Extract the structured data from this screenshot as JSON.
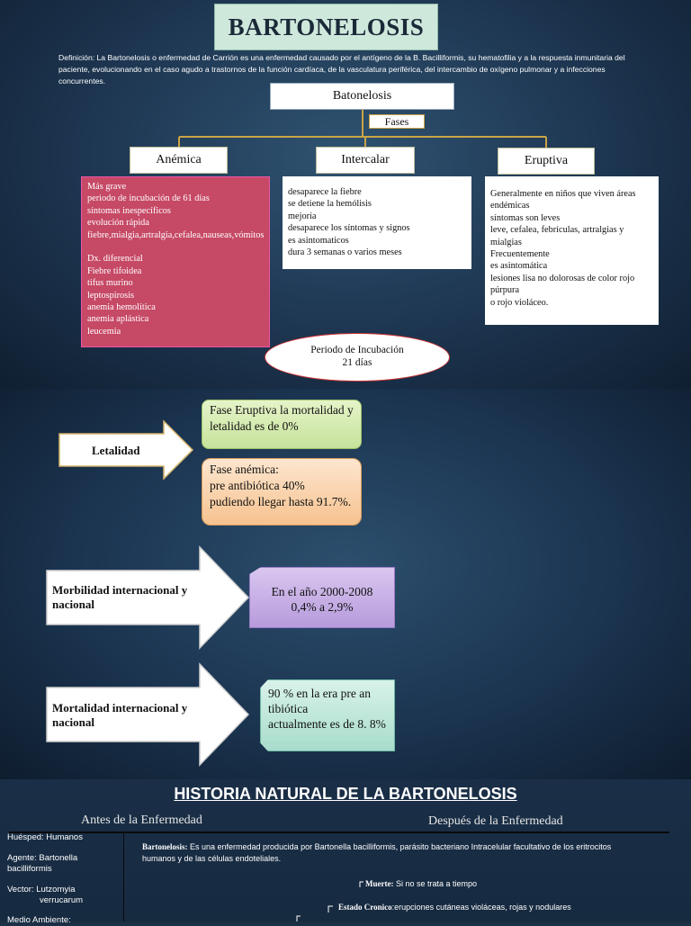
{
  "title": "BARTONELOSIS",
  "definition": "Definición: La Bartonelosis o enfermedad de Carrión es una enfermedad causado por el antígeno de la B. Bacilliformis, su hematofilia y a la respuesta inmunitaria del paciente, evolucionando en el caso agudo a trastornos de la función cardíaca, de la vasculatura periférica, del intercambio de oxígeno pulmonar y a infecciones concurrentes.",
  "diagram": {
    "root": "Batonelosis",
    "fases_label": "Fases",
    "phases": {
      "anemica": {
        "label": "Anémica",
        "text": "Más grave\nperiodo de incubación de 61 días\nsíntomas inespecíficos\nevolución rápida\nfiebre,mialgia,artralgia,cefalea,nauseas,vómitos\n\nDx. diferencial\nFiebre tifoidea\ntifus murino\nleptospirosis\nanemia hemolítica\nanemia aplástica\nleucemia"
      },
      "intercalar": {
        "label": "Intercalar",
        "text": "desaparece la fiebre\nse detiene la hemólisis\nmejoría\ndesaparece los síntomas y signos\nes asintomaticos\ndura 3 semanas o varios meses"
      },
      "eruptiva": {
        "label": "Eruptiva",
        "text": "Generalmente en niños que viven áreas endémicas\nsíntomas son leves\nleve, cefalea, febrículas, artralgias y mialgias\nFrecuentemente\nes asintomática\nlesiones lisa no dolorosas de color rojo púrpura\no rojo violáceo."
      }
    },
    "incubation": {
      "line1": "Periodo de Incubación",
      "line2": "21 días"
    }
  },
  "letalidad": {
    "label": "Letalidad",
    "eruptiva": "Fase Eruptiva la mortalidad y letalidad es de 0%",
    "anemica": "Fase anémica:\npre antibiótica  40%\npudiendo llegar hasta 91.7%."
  },
  "morbilidad": {
    "label": "Morbilidad internacional y nacional",
    "value": "En el año 2000-2008\n0,4% a 2,9%"
  },
  "mortalidad": {
    "label": "Mortalidad internacional y nacional",
    "value": "90 % en la era pre an tibiótica\n actualmente es de 8. 8%"
  },
  "historia": {
    "title": "HISTORIA NATURAL DE LA BARTONELOSIS",
    "antes": "Antes   de la Enfermedad",
    "despues": "Después   de la Enfermedad",
    "huesped": "Huésped: Humanos",
    "agente": "Agente: Bartonella bacilliformis",
    "vector_label": "Vector: Lutzomyia",
    "vector_value": "verrucarum",
    "medio": "Medio Ambiente:",
    "def_term": "Bartonelosis:",
    "def_text": " Es una enfermedad  producida por Bartonella bacilliformis, parásito bacteriano Intracelular facultativo de los eritrocitos humanos y de las células endoteliales.",
    "muerte_term": "Muerte:",
    "muerte_text": " Si no se trata a tiempo",
    "cronico_term": "Estado Cronico",
    "cronico_text": ":erupciones cutáneas violáceas, rojas y nodulares"
  }
}
